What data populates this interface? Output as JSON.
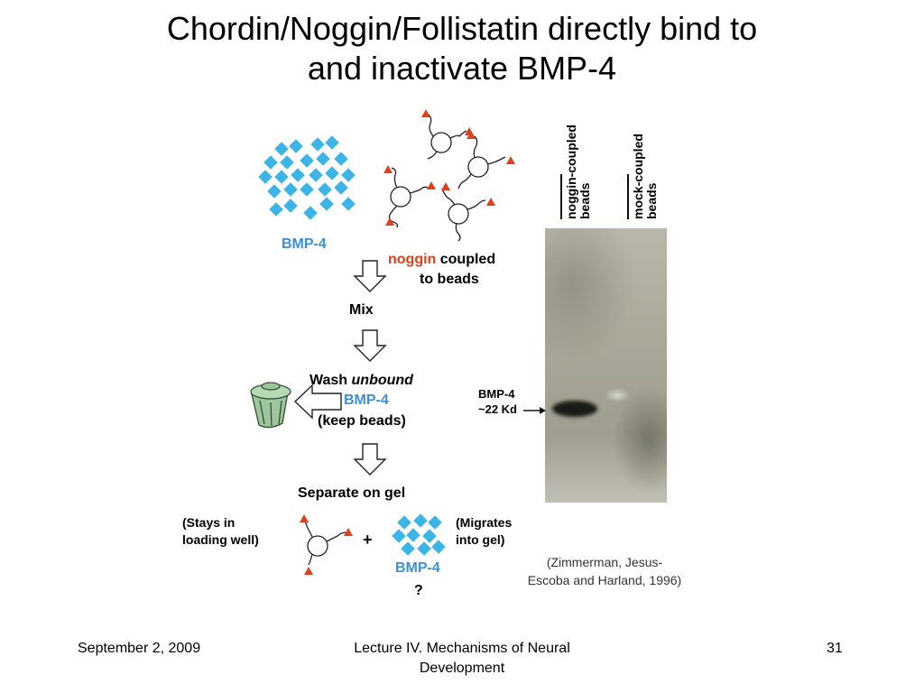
{
  "title": {
    "line1": "Chordin/Noggin/Follistatin directly bind to",
    "line2": "and inactivate BMP-4"
  },
  "diagram": {
    "bmp4_label": "BMP-4",
    "noggin_word": "noggin",
    "coupled_text": " coupled",
    "to_beads": "to beads",
    "mix": "Mix",
    "wash_prefix": "Wash ",
    "wash_italic": "unbound",
    "wash_bmp4": "BMP-4",
    "keep_beads": "(keep beads)",
    "separate": "Separate on gel",
    "stays_line1": "(Stays in",
    "stays_line2": "loading well)",
    "plus": "+",
    "migrates_line1": "(Migrates",
    "migrates_line2": "into gel)",
    "bmp4_bottom": "BMP-4",
    "question": "?",
    "trash_icon": "trash-can-icon",
    "down_arrow_icon": "hollow-down-arrow-icon",
    "left_arrow_icon": "hollow-left-arrow-icon"
  },
  "gel": {
    "lane1_line1": "noggin-coupled",
    "lane1_line2": "beads",
    "lane2_line1": "mock-coupled",
    "lane2_line2": "beads",
    "band_line1": "BMP-4",
    "band_line2": "~22 Kd"
  },
  "citation": {
    "line1": "(Zimmerman, Jesus-",
    "line2": "Escoba and Harland, 1996)"
  },
  "footer": {
    "date": "September 2, 2009",
    "lecture_line1": "Lecture IV. Mechanisms of Neural",
    "lecture_line2": "Development",
    "page": "31"
  },
  "colors": {
    "bmp_blue": "#3cb4e6",
    "noggin_red": "#e0401c",
    "label_blue": "#3d8fd6"
  }
}
